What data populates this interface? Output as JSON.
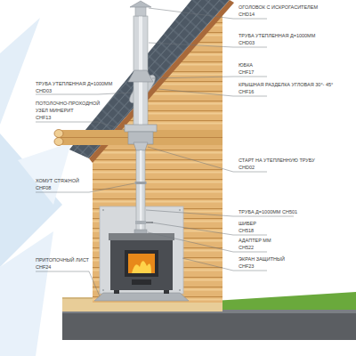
{
  "diagram": {
    "labels": [
      "ОГОЛОВОК С ИСКРОГАСИТЕЛЕМ",
      "CHD14",
      "ТРУБА УТЕПЛЕННАЯ Д=1000ММ",
      "CHD03",
      "ЮБКА",
      "CHF17",
      "ТРУБА УТЕПЛЕННАЯ Д=1000ММ",
      "CHD03",
      "КРЫШНАЯ РАЗДЕЛКА УГЛОВАЯ 30°- 45°",
      "CHF16",
      "ПОТОЛОЧНО-ПРОХОДНОЙ УЗЕЛ МИНЕРИТ",
      "CHF13",
      "СТАРТ НА УТЕПЛЕННУЮ ТРУБУ",
      "CHD02",
      "ХОМУТ СТЯЖНОЙ",
      "CHF08",
      "ТРУБА Д=1000ММ CH501",
      "ШИБЕР",
      "CH518",
      "АДАПТЕР ММ",
      "CH522",
      "ЭКРАН ЗАЩИТНЫЙ",
      "CHF23",
      "ПРИТОПОЧНЫЙ ЛИСТ",
      "CHF24"
    ]
  }
}
